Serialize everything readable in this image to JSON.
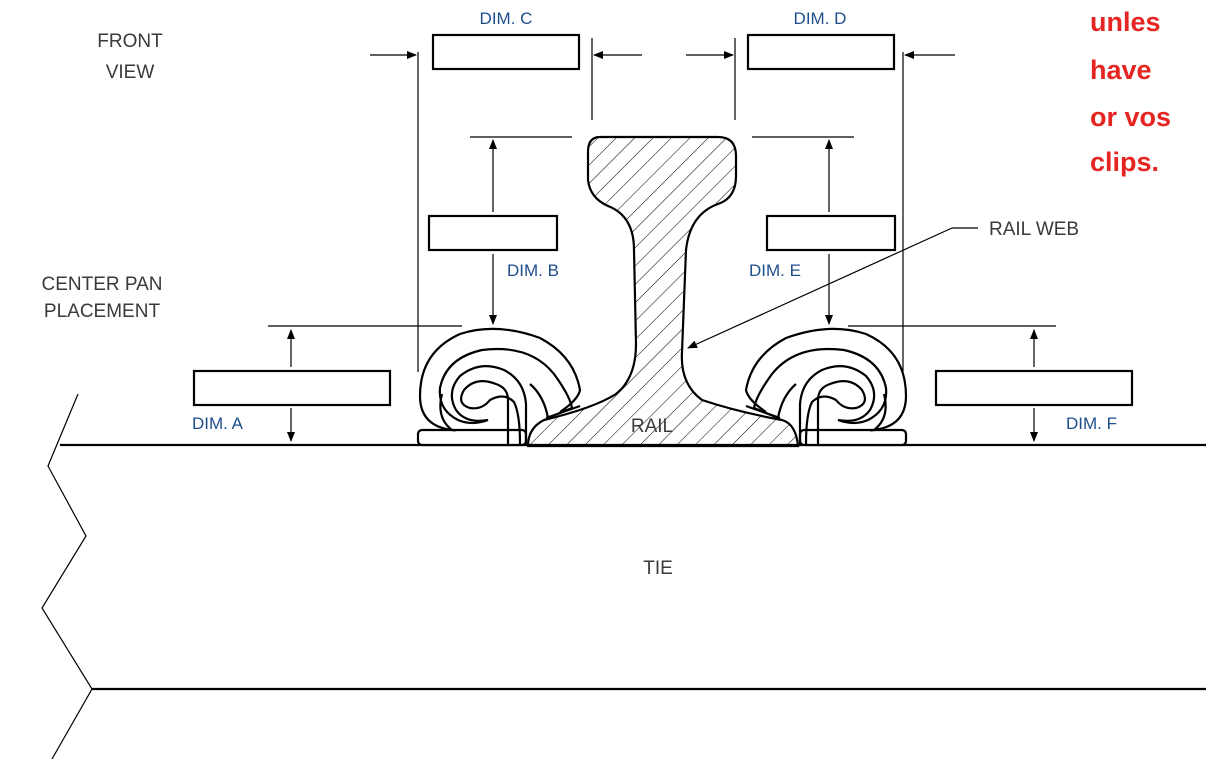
{
  "labels": {
    "front_view": [
      "FRONT",
      "VIEW"
    ],
    "center_pan_placement": [
      "CENTER PAN",
      "PLACEMENT"
    ],
    "rail": "RAIL",
    "rail_web": "RAIL WEB",
    "tie": "TIE"
  },
  "dimensions": {
    "a": "DIM. A",
    "b": "DIM. B",
    "c": "DIM. C",
    "d": "DIM. D",
    "e": "DIM. E",
    "f": "DIM. F"
  },
  "warning_lines": [
    "unles",
    "have",
    "or vos",
    "clips."
  ],
  "colors": {
    "dimension_text": "#1f4e8c",
    "warning_text": "#e52521",
    "label_text": "#3a3a3a"
  }
}
